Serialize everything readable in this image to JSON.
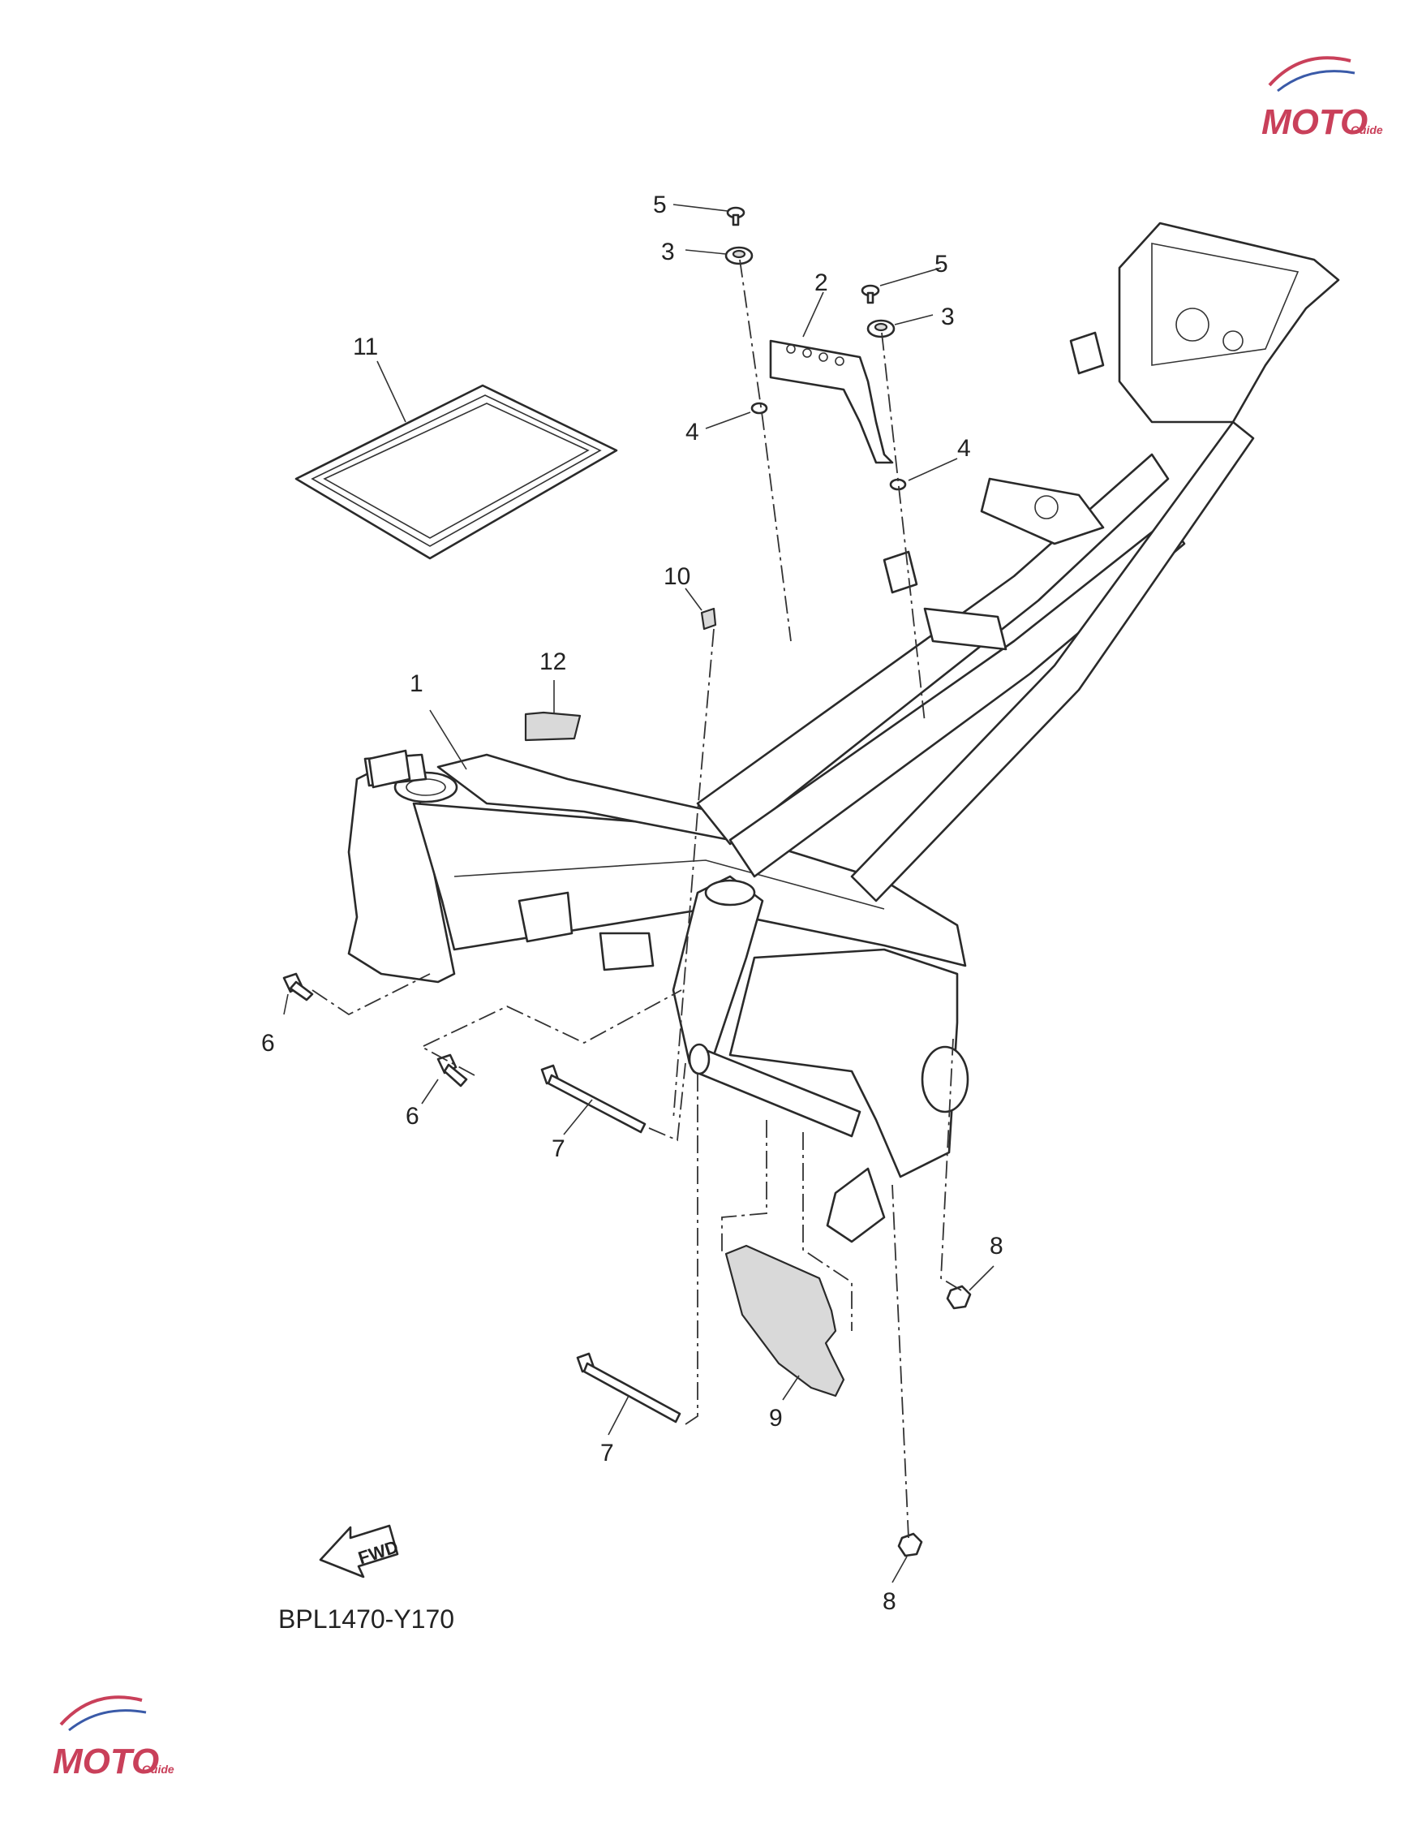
{
  "diagram": {
    "code": "BPL1470-Y170",
    "fwd_label": "FWD",
    "logo_text": "MOTO",
    "logo_sub": "Guide",
    "callouts": [
      "1",
      "2",
      "3",
      "3",
      "4",
      "4",
      "5",
      "5",
      "6",
      "6",
      "7",
      "7",
      "8",
      "8",
      "9",
      "10",
      "11",
      "12"
    ]
  }
}
